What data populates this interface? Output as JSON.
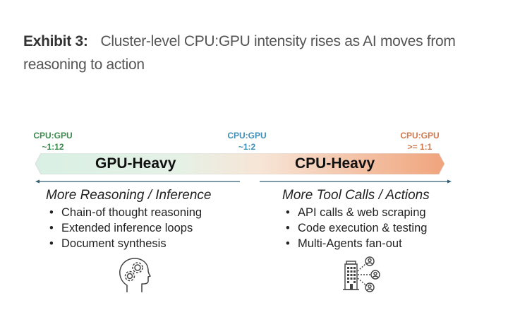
{
  "caption": {
    "label": "Exhibit 3:",
    "text": "Cluster-level CPU:GPU intensity rises as AI moves from reasoning to action"
  },
  "ratios": [
    {
      "title": "CPU:GPU",
      "value": "~1:12",
      "color": "#3a8a4e"
    },
    {
      "title": "CPU:GPU",
      "value": "~1:2",
      "color": "#3d8fb5"
    },
    {
      "title": "CPU:GPU",
      "value": ">= 1:1",
      "color": "#d07a4c"
    }
  ],
  "band": {
    "left_label": "GPU-Heavy",
    "right_label": "CPU-Heavy",
    "colors": {
      "start": "#d9f0e4",
      "mid": "#f7e5d6",
      "end": "#f0a47c"
    }
  },
  "columns": [
    {
      "title": "More Reasoning / Inference",
      "items": [
        "Chain-of thought reasoning",
        "Extended inference loops",
        "Document synthesis"
      ],
      "icon": "head-gears-icon"
    },
    {
      "title": "More Tool Calls / Actions",
      "items": [
        "API calls & web scraping",
        "Code execution & testing",
        "Multi-Agents fan-out"
      ],
      "icon": "building-agents-icon"
    }
  ]
}
